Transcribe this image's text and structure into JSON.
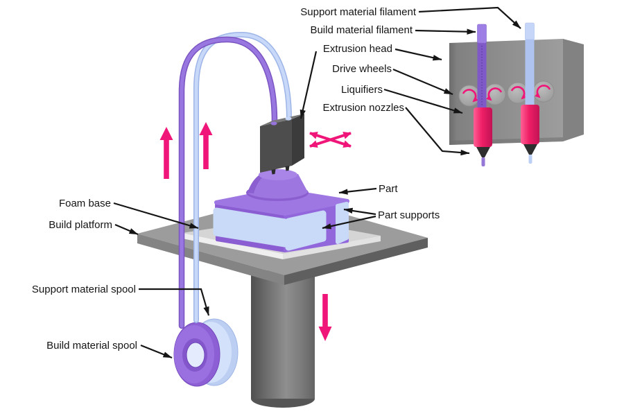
{
  "diagram": {
    "background": "#ffffff",
    "labels": {
      "support_material_filament": "Support material filament",
      "build_material_filament": "Build material filament",
      "extrusion_head": "Extrusion head",
      "drive_wheels": "Drive wheels",
      "liquifiers": "Liquifiers",
      "extrusion_nozzles": "Extrusion nozzles",
      "part": "Part",
      "part_supports": "Part supports",
      "foam_base": "Foam base",
      "build_platform": "Build platform",
      "support_material_spool": "Support material spool",
      "build_material_spool": "Build material spool"
    },
    "colors": {
      "label_text": "#141414",
      "leader_line": "#151515",
      "motion_pink": "#f01579",
      "build_material_purple": "#9673dc",
      "support_material_blue": "#c7d7f8",
      "part_purple": "#9e77e3",
      "part_support_blue": "#c9daf8",
      "machine_gray": "#9c9c9c",
      "extrusion_head_dark": "#4d4d4d",
      "liquifier_crimson": "#ef1e66",
      "foam_gray": "#d5d5d5"
    },
    "motion_indicators": {
      "filament_feed_arrows": {
        "direction": "up",
        "count": 2
      },
      "head_motion_arrows": {
        "direction": "x-y plane",
        "style": "crossed double-headed arrows"
      },
      "platform_motion_arrow": {
        "direction": "down",
        "count": 1
      },
      "drive_wheel_rotation_arrows": {
        "style": "circular rotation",
        "count": 4
      }
    }
  }
}
